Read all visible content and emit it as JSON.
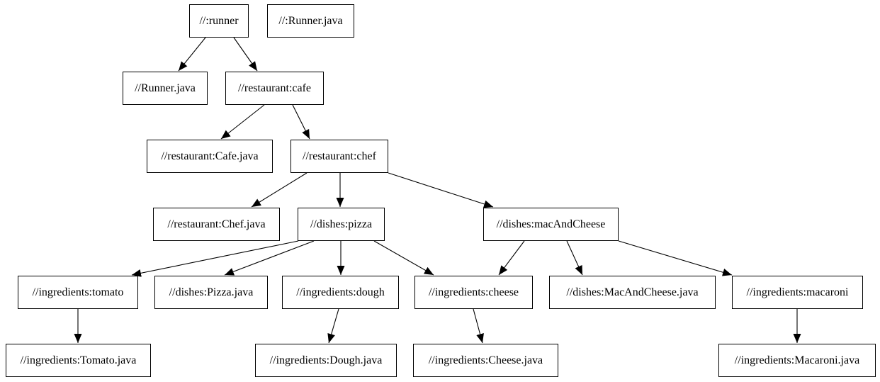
{
  "diagram": {
    "type": "directed-graph",
    "colors": {
      "background": "#ffffff",
      "node_fill": "#ffffff",
      "node_border": "#000000",
      "edge": "#000000",
      "text": "#000000"
    },
    "nodes": [
      {
        "id": "runner",
        "label": "//:runner"
      },
      {
        "id": "runner-java-target",
        "label": "//:Runner.java"
      },
      {
        "id": "runner-java",
        "label": "//Runner.java"
      },
      {
        "id": "cafe",
        "label": "//restaurant:cafe"
      },
      {
        "id": "cafe-java",
        "label": "//restaurant:Cafe.java"
      },
      {
        "id": "chef",
        "label": "//restaurant:chef"
      },
      {
        "id": "chef-java",
        "label": "//restaurant:Chef.java"
      },
      {
        "id": "pizza",
        "label": "//dishes:pizza"
      },
      {
        "id": "mac-and-cheese",
        "label": "//dishes:macAndCheese"
      },
      {
        "id": "tomato",
        "label": "//ingredients:tomato"
      },
      {
        "id": "pizza-java",
        "label": "//dishes:Pizza.java"
      },
      {
        "id": "dough",
        "label": "//ingredients:dough"
      },
      {
        "id": "cheese",
        "label": "//ingredients:cheese"
      },
      {
        "id": "mac-and-cheese-java",
        "label": "//dishes:MacAndCheese.java"
      },
      {
        "id": "macaroni",
        "label": "//ingredients:macaroni"
      },
      {
        "id": "tomato-java",
        "label": "//ingredients:Tomato.java"
      },
      {
        "id": "dough-java",
        "label": "//ingredients:Dough.java"
      },
      {
        "id": "cheese-java",
        "label": "//ingredients:Cheese.java"
      },
      {
        "id": "macaroni-java",
        "label": "//ingredients:Macaroni.java"
      }
    ],
    "edges": [
      {
        "from": "//:runner",
        "to": "//Runner.java"
      },
      {
        "from": "//:runner",
        "to": "//restaurant:cafe"
      },
      {
        "from": "//restaurant:cafe",
        "to": "//restaurant:Cafe.java"
      },
      {
        "from": "//restaurant:cafe",
        "to": "//restaurant:chef"
      },
      {
        "from": "//restaurant:chef",
        "to": "//restaurant:Chef.java"
      },
      {
        "from": "//restaurant:chef",
        "to": "//dishes:pizza"
      },
      {
        "from": "//restaurant:chef",
        "to": "//dishes:macAndCheese"
      },
      {
        "from": "//dishes:pizza",
        "to": "//ingredients:tomato"
      },
      {
        "from": "//dishes:pizza",
        "to": "//dishes:Pizza.java"
      },
      {
        "from": "//dishes:pizza",
        "to": "//ingredients:dough"
      },
      {
        "from": "//dishes:pizza",
        "to": "//ingredients:cheese"
      },
      {
        "from": "//dishes:macAndCheese",
        "to": "//ingredients:cheese"
      },
      {
        "from": "//dishes:macAndCheese",
        "to": "//dishes:MacAndCheese.java"
      },
      {
        "from": "//dishes:macAndCheese",
        "to": "//ingredients:macaroni"
      },
      {
        "from": "//ingredients:tomato",
        "to": "//ingredients:Tomato.java"
      },
      {
        "from": "//ingredients:dough",
        "to": "//ingredients:Dough.java"
      },
      {
        "from": "//ingredients:cheese",
        "to": "//ingredients:Cheese.java"
      },
      {
        "from": "//ingredients:macaroni",
        "to": "//ingredients:Macaroni.java"
      }
    ]
  }
}
